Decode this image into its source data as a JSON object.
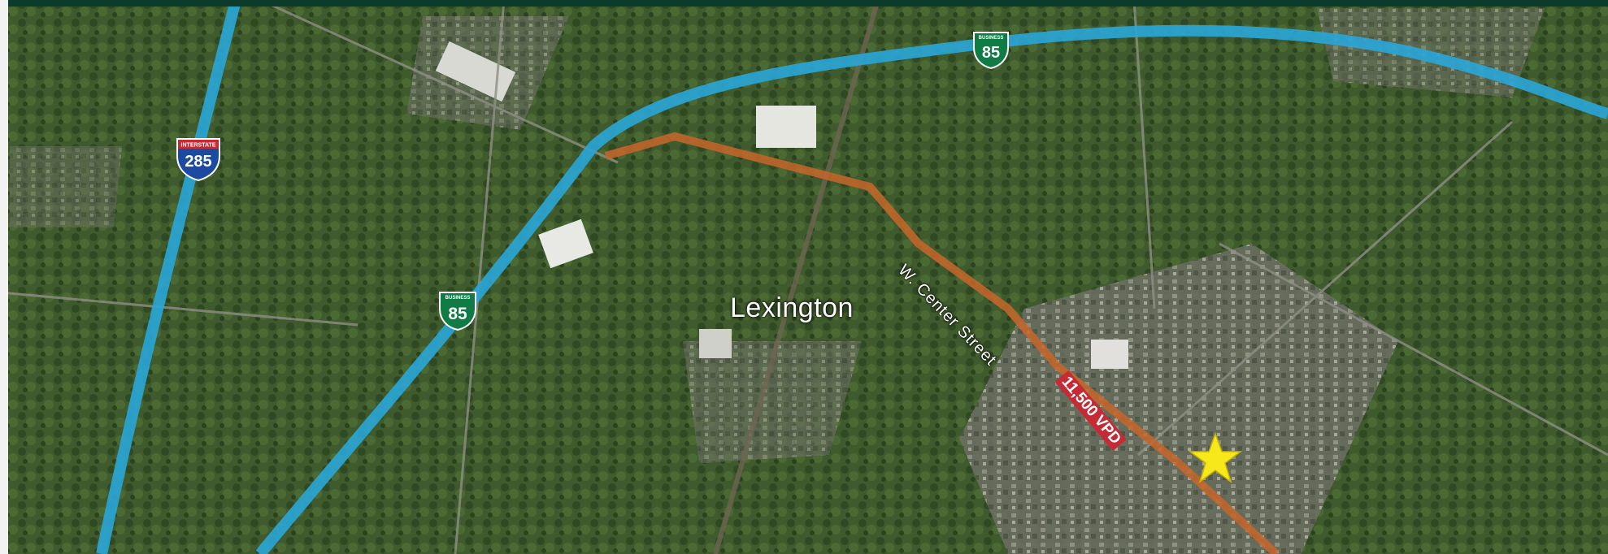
{
  "map": {
    "city_label": "Lexington",
    "street_label": "W. Center Street",
    "traffic_label": "11,500 VPD",
    "shields": {
      "interstate": {
        "top": "INTERSTATE",
        "number": "285"
      },
      "business_east": {
        "top": "BUSINESS",
        "number": "85"
      },
      "business_west": {
        "top": "BUSINESS",
        "number": "85"
      }
    },
    "colors": {
      "highway": "#2aa6d8",
      "street": "#c8662a",
      "traffic_badge": "#c62b35",
      "star": "#f7e81b",
      "interstate_shield": "#1c4aa0",
      "business_shield": "#0f7b45"
    },
    "marker": "star-icon"
  }
}
